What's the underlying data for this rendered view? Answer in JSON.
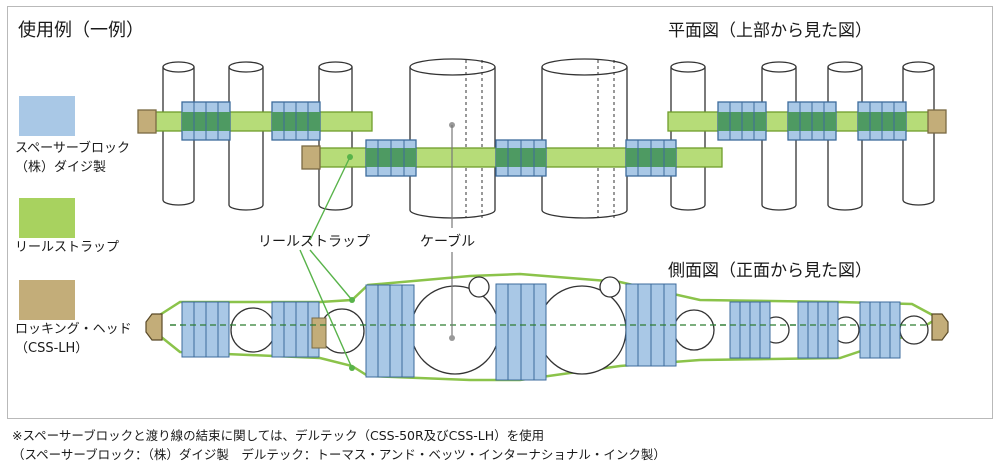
{
  "header": {
    "main_title": "使用例（一例）",
    "plan_title": "平面図（上部から見た図）",
    "side_title": "側面図（正面から見た図）"
  },
  "legend": {
    "items": [
      {
        "line1": "スペーサーブロック",
        "line2": "（株）ダイジ製",
        "color": "#a9c8e6"
      },
      {
        "line1": "リールストラップ",
        "line2": "",
        "color": "#a8d25f"
      },
      {
        "line1": "ロッキング・ヘッド",
        "line2": "（CSS-LH）",
        "color": "#c3ad79"
      }
    ]
  },
  "callouts": {
    "strap": "リールストラップ",
    "cable": "ケーブル"
  },
  "colors": {
    "spacer": "#a9c8e6",
    "spacer_edge": "#3d6b9c",
    "strap": "#b6dc78",
    "strap_edge": "#6f9d2b",
    "overlap": "#4e9a62",
    "head": "#c3ad79",
    "outline": "#333333",
    "leader": "#58b34a"
  },
  "footnote": {
    "line1": "※スペーサーブロックと渡り線の結束に関しては、デルテック（CSS-50R及びCSS-LH）を使用",
    "line2": "（スペーサーブロック：（株）ダイジ製　デルテック：トーマス・アンド・ベッツ・インターナショナル・インク製）"
  }
}
